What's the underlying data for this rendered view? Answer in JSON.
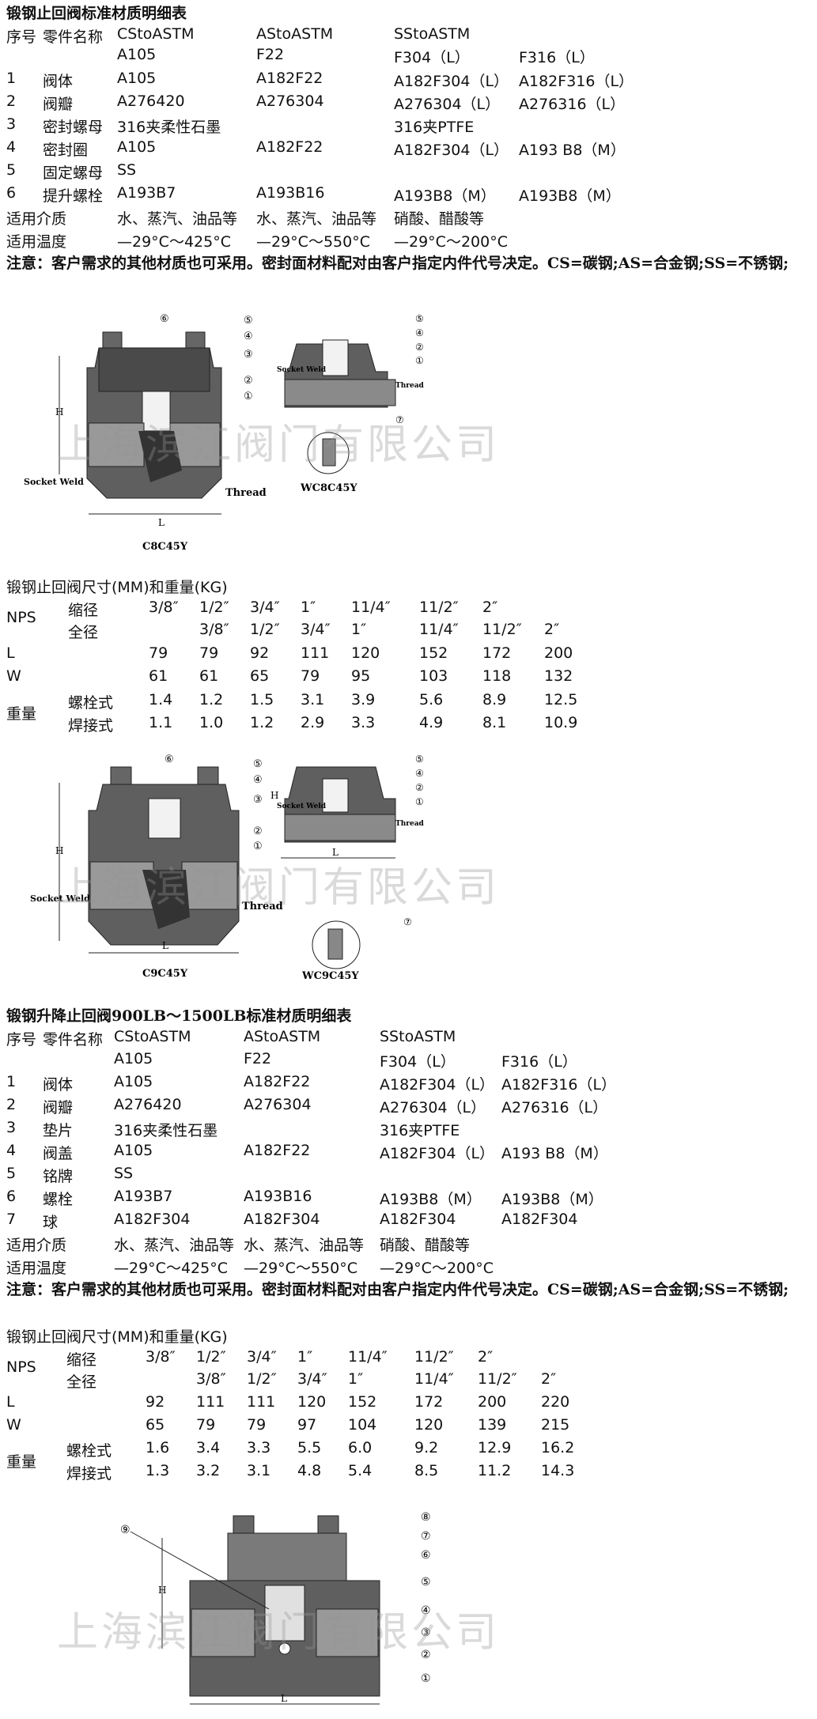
{
  "section1": {
    "title": "锻钢止回阀标准材质明细表",
    "header": [
      "序号",
      "零件名称",
      "CStoASTM",
      "AStoASTM",
      "SStoASTM"
    ],
    "subheader": [
      "A105",
      "F22",
      "F304（L）",
      "F316（L）"
    ],
    "rows": [
      [
        "1",
        "阀体",
        "A105",
        "A182F22",
        "A182F304（L）",
        "A182F316（L）"
      ],
      [
        "2",
        "阀瓣",
        "A276420",
        "A276304",
        "A276304（L）",
        "A276316（L）"
      ],
      [
        "3",
        "密封螺母",
        "316夹柔性石墨",
        "",
        "316夹PTFE",
        ""
      ],
      [
        "4",
        "密封圈",
        "A105",
        "A182F22",
        "A182F304（L）",
        "A193 B8（M）"
      ],
      [
        "5",
        "固定螺母",
        "SS",
        "",
        "",
        ""
      ],
      [
        "6",
        "提升螺栓",
        "A193B7",
        "A193B16",
        "A193B8（M）",
        "A193B8（M）"
      ]
    ],
    "medium": [
      "适用介质",
      "水、蒸汽、油品等",
      "水、蒸汽、油品等",
      "硝酸、醋酸等"
    ],
    "temp": [
      "适用温度",
      "—29°C～425°C",
      "—29°C～550°C",
      "—29°C～200°C"
    ],
    "note": "注意：客户需求的其他材质也可采用。密封面材料配对由客户指定内件代号决定。CS=碳钢;AS=合金钢;SS=不锈钢;"
  },
  "figure1": {
    "left_model": "C8C45Y",
    "right_model": "WC8C45Y",
    "socket": "Socket Weld",
    "thread": "Thread",
    "h": "H",
    "l": "L",
    "numbers": [
      "⑥",
      "⑤",
      "④",
      "③",
      "②",
      "①",
      "⑦"
    ]
  },
  "dim1": {
    "title": "锻钢止回阀尺寸(MM)和重量(KG)",
    "nps": "NPS",
    "reduced_label": "缩径",
    "full_label": "全径",
    "reduced": [
      "3/8″",
      "1/2″",
      "3/4″",
      "1″",
      "11/4″",
      "11/2″",
      "2″"
    ],
    "full": [
      "3/8″",
      "1/2″",
      "3/4″",
      "1″",
      "11/4″",
      "11/2″",
      "2″"
    ],
    "L": [
      "79",
      "79",
      "92",
      "111",
      "120",
      "152",
      "172",
      "200"
    ],
    "W": [
      "61",
      "61",
      "65",
      "79",
      "95",
      "103",
      "118",
      "132"
    ],
    "weight_label": "重量",
    "bolt_label": "螺栓式",
    "weld_label": "焊接式",
    "bolt": [
      "1.4",
      "1.2",
      "1.5",
      "3.1",
      "3.9",
      "5.6",
      "8.9",
      "12.5"
    ],
    "weld": [
      "1.1",
      "1.0",
      "1.2",
      "2.9",
      "3.3",
      "4.9",
      "8.1",
      "10.9"
    ],
    "L_label": "L",
    "W_label": "W"
  },
  "figure2": {
    "left_model": "C9C45Y",
    "right_model": "WC9C45Y",
    "socket": "Socket Weld",
    "thread": "Thread"
  },
  "section2": {
    "title": "锻钢升降止回阀900LB～1500LB标准材质明细表",
    "header": [
      "序号",
      "零件名称",
      "CStoASTM",
      "AStoASTM",
      "SStoASTM"
    ],
    "subheader": [
      "A105",
      "F22",
      "F304（L）",
      "F316（L）"
    ],
    "rows": [
      [
        "1",
        "阀体",
        "A105",
        "A182F22",
        "A182F304（L）",
        "A182F316（L）"
      ],
      [
        "2",
        "阀瓣",
        "A276420",
        "A276304",
        "A276304（L）",
        "A276316（L）"
      ],
      [
        "3",
        "垫片",
        "316夹柔性石墨",
        "",
        "316夹PTFE",
        ""
      ],
      [
        "4",
        "阀盖",
        "A105",
        "A182F22",
        "A182F304（L）",
        "A193 B8（M）"
      ],
      [
        "5",
        "铭牌",
        "SS",
        "",
        "",
        ""
      ],
      [
        "6",
        "螺栓",
        "A193B7",
        "A193B16",
        "A193B8（M）",
        "A193B8（M）"
      ],
      [
        "7",
        "球",
        "A182F304",
        "A182F304",
        "A182F304",
        "A182F304"
      ]
    ],
    "medium": [
      "适用介质",
      "水、蒸汽、油品等",
      "水、蒸汽、油品等",
      "硝酸、醋酸等"
    ],
    "temp": [
      "适用温度",
      "—29°C～425°C",
      "—29°C～550°C",
      "—29°C～200°C"
    ],
    "note": "注意：客户需求的其他材质也可采用。密封面材料配对由客户指定内件代号决定。CS=碳钢;AS=合金钢;SS=不锈钢;"
  },
  "dim2": {
    "title": "锻钢止回阀尺寸(MM)和重量(KG)",
    "nps": "NPS",
    "reduced_label": "缩径",
    "full_label": "全径",
    "reduced": [
      "3/8″",
      "1/2″",
      "3/4″",
      "1″",
      "11/4″",
      "11/2″",
      "2″"
    ],
    "full": [
      "3/8″",
      "1/2″",
      "3/4″",
      "1″",
      "11/4″",
      "11/2″",
      "2″"
    ],
    "L": [
      "92",
      "111",
      "111",
      "120",
      "152",
      "172",
      "200",
      "220"
    ],
    "W": [
      "65",
      "79",
      "79",
      "97",
      "104",
      "120",
      "139",
      "215"
    ],
    "weight_label": "重量",
    "bolt_label": "螺栓式",
    "weld_label": "焊接式",
    "bolt": [
      "1.6",
      "3.4",
      "3.3",
      "5.5",
      "6.0",
      "9.2",
      "12.9",
      "16.2"
    ],
    "weld": [
      "1.3",
      "3.2",
      "3.1",
      "4.8",
      "5.4",
      "8.5",
      "11.2",
      "14.3"
    ],
    "L_label": "L",
    "W_label": "W"
  },
  "figure3": {
    "numbers": [
      "⑧",
      "⑦",
      "⑥",
      "⑤",
      "④",
      "③",
      "②",
      "①",
      "⑨"
    ],
    "h": "H",
    "l": "L"
  },
  "watermark": "上海滨江阀门有限公司"
}
